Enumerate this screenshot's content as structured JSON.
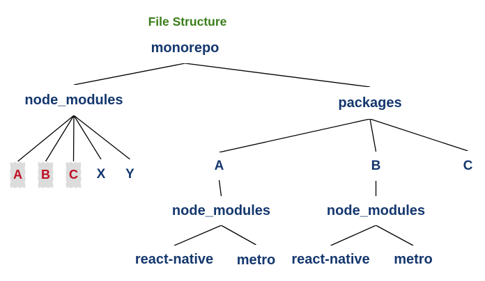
{
  "title": {
    "text": "File Structure"
  },
  "colors": {
    "title_green": "#3B7D1A",
    "label_navy": "#14376E",
    "duplicate_red": "#C00D21",
    "torn_gray": "#DCDCDC",
    "edge": "#000000",
    "background": "#FFFFFF"
  },
  "diagram": {
    "type": "tree",
    "nodes": {
      "monorepo": {
        "label": "monorepo"
      },
      "node_modules_root": {
        "label": "node_modules"
      },
      "packages": {
        "label": "packages"
      },
      "dep_a": {
        "label": "A",
        "style": "torn-duplicate"
      },
      "dep_b": {
        "label": "B",
        "style": "torn-duplicate"
      },
      "dep_c": {
        "label": "C",
        "style": "torn-duplicate"
      },
      "dep_x": {
        "label": "X"
      },
      "dep_y": {
        "label": "Y"
      },
      "pkg_a": {
        "label": "A"
      },
      "pkg_b": {
        "label": "B"
      },
      "pkg_c": {
        "label": "C"
      },
      "node_modules_a": {
        "label": "node_modules"
      },
      "react_native_a": {
        "label": "react-native"
      },
      "metro_a": {
        "label": "metro"
      },
      "node_modules_b": {
        "label": "node_modules"
      },
      "react_native_b": {
        "label": "react-native"
      },
      "metro_b": {
        "label": "metro"
      }
    },
    "edges": [
      [
        "monorepo",
        "node_modules_root"
      ],
      [
        "monorepo",
        "packages"
      ],
      [
        "node_modules_root",
        "dep_a"
      ],
      [
        "node_modules_root",
        "dep_b"
      ],
      [
        "node_modules_root",
        "dep_c"
      ],
      [
        "node_modules_root",
        "dep_x"
      ],
      [
        "node_modules_root",
        "dep_y"
      ],
      [
        "packages",
        "pkg_a"
      ],
      [
        "packages",
        "pkg_b"
      ],
      [
        "packages",
        "pkg_c"
      ],
      [
        "pkg_a",
        "node_modules_a"
      ],
      [
        "node_modules_a",
        "react_native_a"
      ],
      [
        "node_modules_a",
        "metro_a"
      ],
      [
        "pkg_b",
        "node_modules_b"
      ],
      [
        "node_modules_b",
        "react_native_b"
      ],
      [
        "node_modules_b",
        "metro_b"
      ]
    ]
  }
}
